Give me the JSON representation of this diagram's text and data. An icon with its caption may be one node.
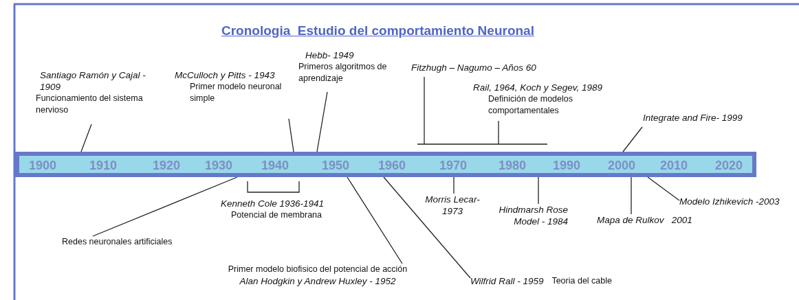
{
  "diagram": {
    "title": "Cronologia  Estudio del comportamiento Neuronal",
    "nodes": [
      {
        "text": [
          "1900",
          "1910",
          "1920",
          "1930",
          "1940",
          "1950",
          "1960",
          "1970",
          "1980",
          "1990",
          "2000",
          "2010",
          "2020"
        ]
      },
      {
        "text": [
          "Santiago Ramón y Cajal - 1909",
          "Funcionamiento del sistema nervioso"
        ]
      },
      {
        "text": [
          "McCulloch y Pitts - 1943",
          "Primer modelo neuronal simple"
        ]
      },
      {
        "text": [
          "Hebb- 1949",
          "Primeros algoritmos de aprendizaje"
        ]
      },
      {
        "text": [
          "Fitzhugh – Nagumo – Años 60"
        ]
      },
      {
        "text": [
          "Rail, 1964, Koch y Segev, 1989",
          "Definición de modelos comportamentales"
        ]
      },
      {
        "text": [
          "*Integrate and Fire*- 1999"
        ]
      },
      {
        "text": [
          "Redes neuronales artificiales"
        ]
      },
      {
        "text": [
          "Kenneth Cole 1936-1941",
          "Potencial de membrana"
        ]
      },
      {
        "text": [
          "Primer modelo biofisico del potencial de acción",
          "Alan Hodgkin y Andrew Huxley - 1952"
        ]
      },
      {
        "text": [
          "Wilfrid Rall  - 1959",
          "Teoria del cable"
        ]
      },
      {
        "text": [
          "Morris Lecar- 1973"
        ]
      },
      {
        "text": [
          "Hindmarsh Rose Model - 1984"
        ]
      },
      {
        "text": [
          "Mapa *de Rulkov   2001*"
        ]
      },
      {
        "text": [
          "Modelo *Izhikevich -2003*"
        ]
      }
    ],
    "edges": [
      {
        "from": 1,
        "to": 0,
        "arrow": "none"
      },
      {
        "from": 2,
        "to": 0,
        "arrow": "none"
      },
      {
        "from": 3,
        "to": 0,
        "arrow": "none"
      },
      {
        "from": 4,
        "to": 0,
        "arrow": "none"
      },
      {
        "from": 5,
        "to": 0,
        "arrow": "none"
      },
      {
        "from": 6,
        "to": 0,
        "arrow": "none"
      },
      {
        "from": 7,
        "to": 0,
        "arrow": "none"
      },
      {
        "from": 9,
        "to": 0,
        "arrow": "none"
      },
      {
        "from": 10,
        "to": 0,
        "arrow": "none"
      },
      {
        "from": 11,
        "to": 0,
        "arrow": "none"
      },
      {
        "from": 12,
        "to": 0,
        "arrow": "none"
      },
      {
        "from": 13,
        "to": 0,
        "arrow": "none"
      },
      {
        "from": 14,
        "to": 0,
        "arrow": "none"
      }
    ]
  }
}
